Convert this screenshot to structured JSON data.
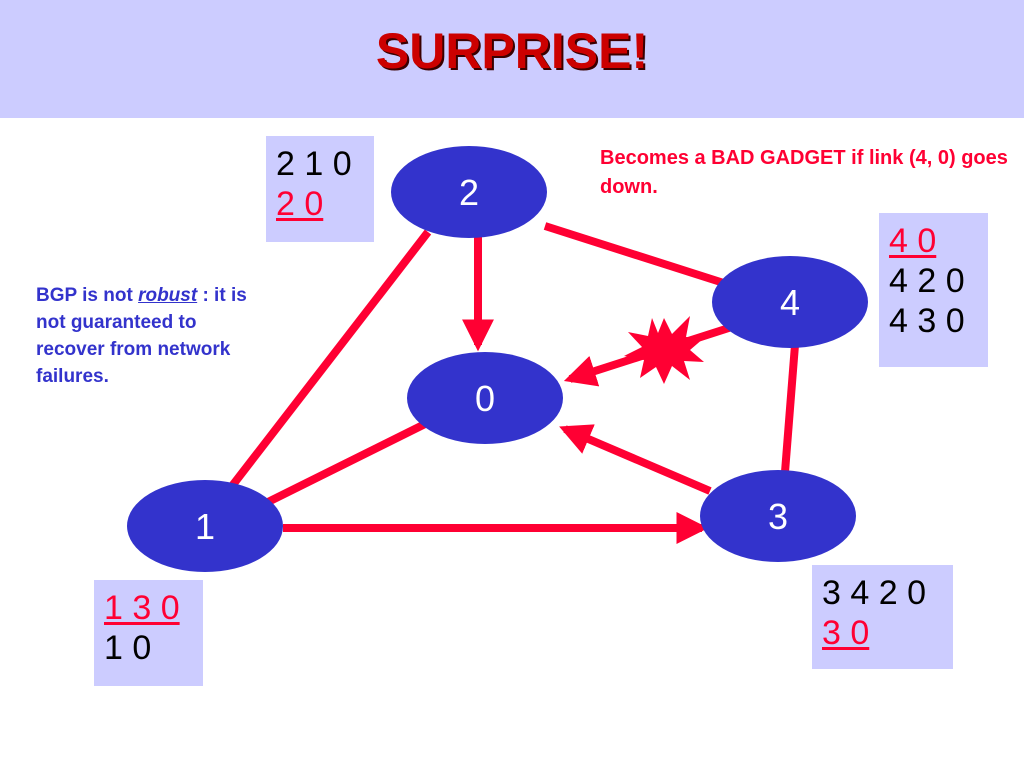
{
  "title": "SURPRISE!",
  "colors": {
    "header_bg": "#ccccff",
    "title": "#cc0000",
    "node_fill": "#3333cc",
    "edge": "#ff0033",
    "box_bg": "#ccccff",
    "preferred_path": "#ff0033",
    "note_left": "#3333cc",
    "note_right": "#ff0033"
  },
  "nodes": [
    {
      "id": "2",
      "label": "2"
    },
    {
      "id": "4",
      "label": "4"
    },
    {
      "id": "0",
      "label": "0"
    },
    {
      "id": "1",
      "label": "1"
    },
    {
      "id": "3",
      "label": "3"
    }
  ],
  "edges": [
    {
      "from": "2",
      "to": "1",
      "directed": false
    },
    {
      "from": "2",
      "to": "4",
      "directed": false
    },
    {
      "from": "2",
      "to": "0",
      "directed": true
    },
    {
      "from": "1",
      "to": "0",
      "directed": false
    },
    {
      "from": "1",
      "to": "3",
      "directed": true
    },
    {
      "from": "3",
      "to": "0",
      "directed": true
    },
    {
      "from": "4",
      "to": "3",
      "directed": false
    },
    {
      "from": "4",
      "to": "0",
      "directed": true,
      "failed": true
    }
  ],
  "path_boxes": {
    "node2": {
      "paths": [
        "2 1 0",
        "2 0"
      ],
      "preferred_index": 1
    },
    "node4": {
      "paths": [
        "4 0",
        "4 2 0",
        "4 3 0"
      ],
      "preferred_index": 0
    },
    "node1": {
      "paths": [
        "1 3 0",
        "1 0"
      ],
      "preferred_index": 0
    },
    "node3": {
      "paths": [
        "3 4 2 0",
        "3 0"
      ],
      "preferred_index": 1
    }
  },
  "notes": {
    "left_prefix": "BGP is not ",
    "left_emphasis": "robust",
    "left_suffix": " : it is not guaranteed to recover from network failures.",
    "right": "Becomes a BAD GADGET if link (4, 0) goes down."
  },
  "icons": {
    "failure": "explosion-icon"
  }
}
